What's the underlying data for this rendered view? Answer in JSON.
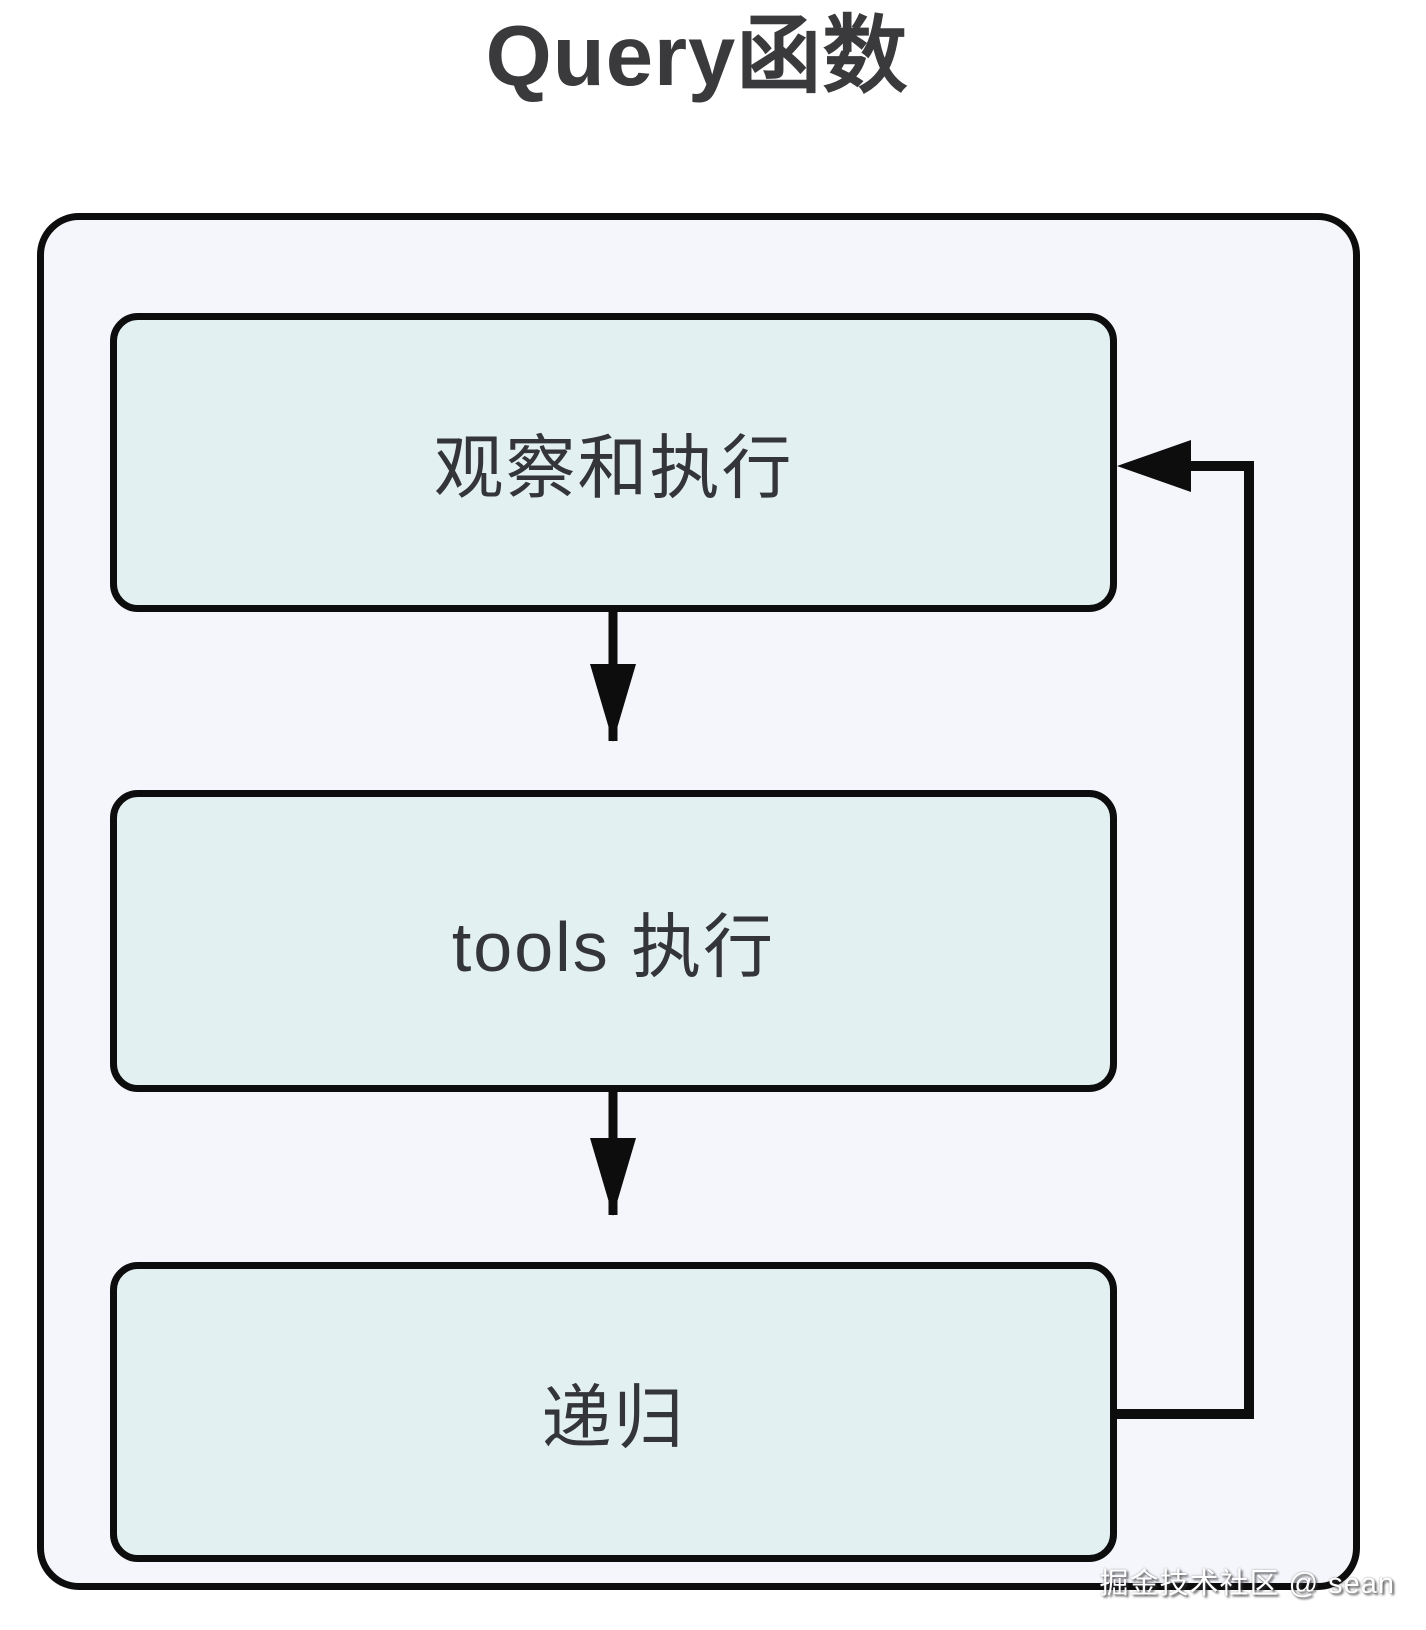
{
  "title": "Query函数",
  "diagram": {
    "nodes": [
      {
        "id": "observe-execute",
        "label": "观察和执行"
      },
      {
        "id": "tools-execute",
        "label": "tools 执行"
      },
      {
        "id": "recursion",
        "label": "递归"
      }
    ],
    "edges": [
      {
        "from": "observe-execute",
        "to": "tools-execute",
        "type": "arrow-down"
      },
      {
        "from": "tools-execute",
        "to": "recursion",
        "type": "arrow-down"
      },
      {
        "from": "recursion",
        "to": "observe-execute",
        "type": "loop-back"
      }
    ]
  },
  "watermark": "掘金技术社区 @ sean",
  "colors": {
    "node-fill": "#e3f0f2",
    "container-fill": "#f5f6fb",
    "stroke": "#0d0d0d",
    "title-color": "#3a3a3c",
    "node-text-color": "#333538",
    "watermark-color": "#ffffff"
  }
}
